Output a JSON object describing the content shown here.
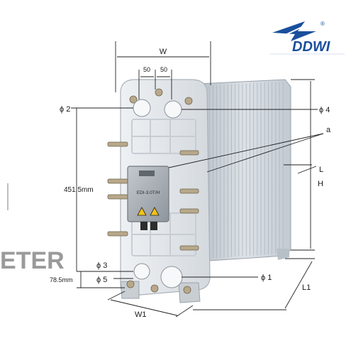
{
  "logo": {
    "brand": "DDWI",
    "registered": "®",
    "color": "#1b4f9c"
  },
  "background_text": "ETER",
  "module": {
    "model_label": "EDI-3.0T/H"
  },
  "dimensions": {
    "W": "W",
    "spacing_left": "50",
    "spacing_right": "50",
    "phi2": "ϕ 2",
    "phi4": "ϕ 4",
    "a": "a",
    "L": "L",
    "H": "H",
    "height_mm": "451.5mm",
    "phi3": "ϕ 3",
    "phi5": "ϕ 5",
    "phi1": "ϕ 1",
    "bottom_mm": "78.5mm",
    "L1": "L1",
    "W1": "W1"
  },
  "colors": {
    "frame": "#e2e6ea",
    "fins": "#c5ccd3",
    "junction_box": "#9aa1a8",
    "warning": "#f5c518"
  }
}
